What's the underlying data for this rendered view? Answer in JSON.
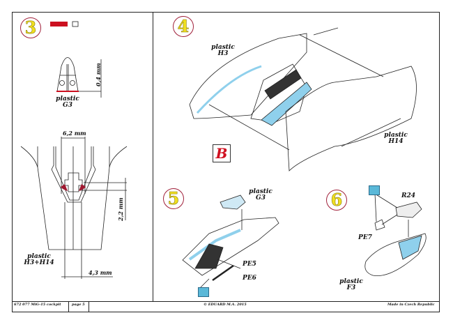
{
  "steps": {
    "s3": {
      "number": "3",
      "legend_icon": "cut-or-sand-icon",
      "part_g3": [
        "plastic",
        "G3"
      ],
      "dim_thickness": "0,4 mm",
      "dim_width": "6,2 mm",
      "dim_height": "2,2 mm",
      "dim_bottom": "4,3 mm",
      "part_h3h14": [
        "plastic",
        "H3+H14"
      ]
    },
    "s4": {
      "number": "4",
      "part_h3": [
        "plastic",
        "H3"
      ],
      "part_h14": [
        "plastic",
        "H14"
      ],
      "badge": "B"
    },
    "s5": {
      "number": "5",
      "part_g3": [
        "plastic",
        "G3"
      ],
      "pe5": "PE5",
      "pe6": "PE6"
    },
    "s6": {
      "number": "6",
      "part_r24": "R24",
      "part_pe7": "PE7",
      "part_f3": [
        "plastic",
        "F3"
      ]
    }
  },
  "footer": {
    "product": "672 077  MiG-15 cockpit",
    "page": "page 5",
    "copyright": "© EDUARD  M.A.  2015",
    "origin": "Made in Czech Republic"
  },
  "colors": {
    "highlight": "#8fd0ec",
    "cut": "#cc1020",
    "step_fill": "#f0e020"
  }
}
